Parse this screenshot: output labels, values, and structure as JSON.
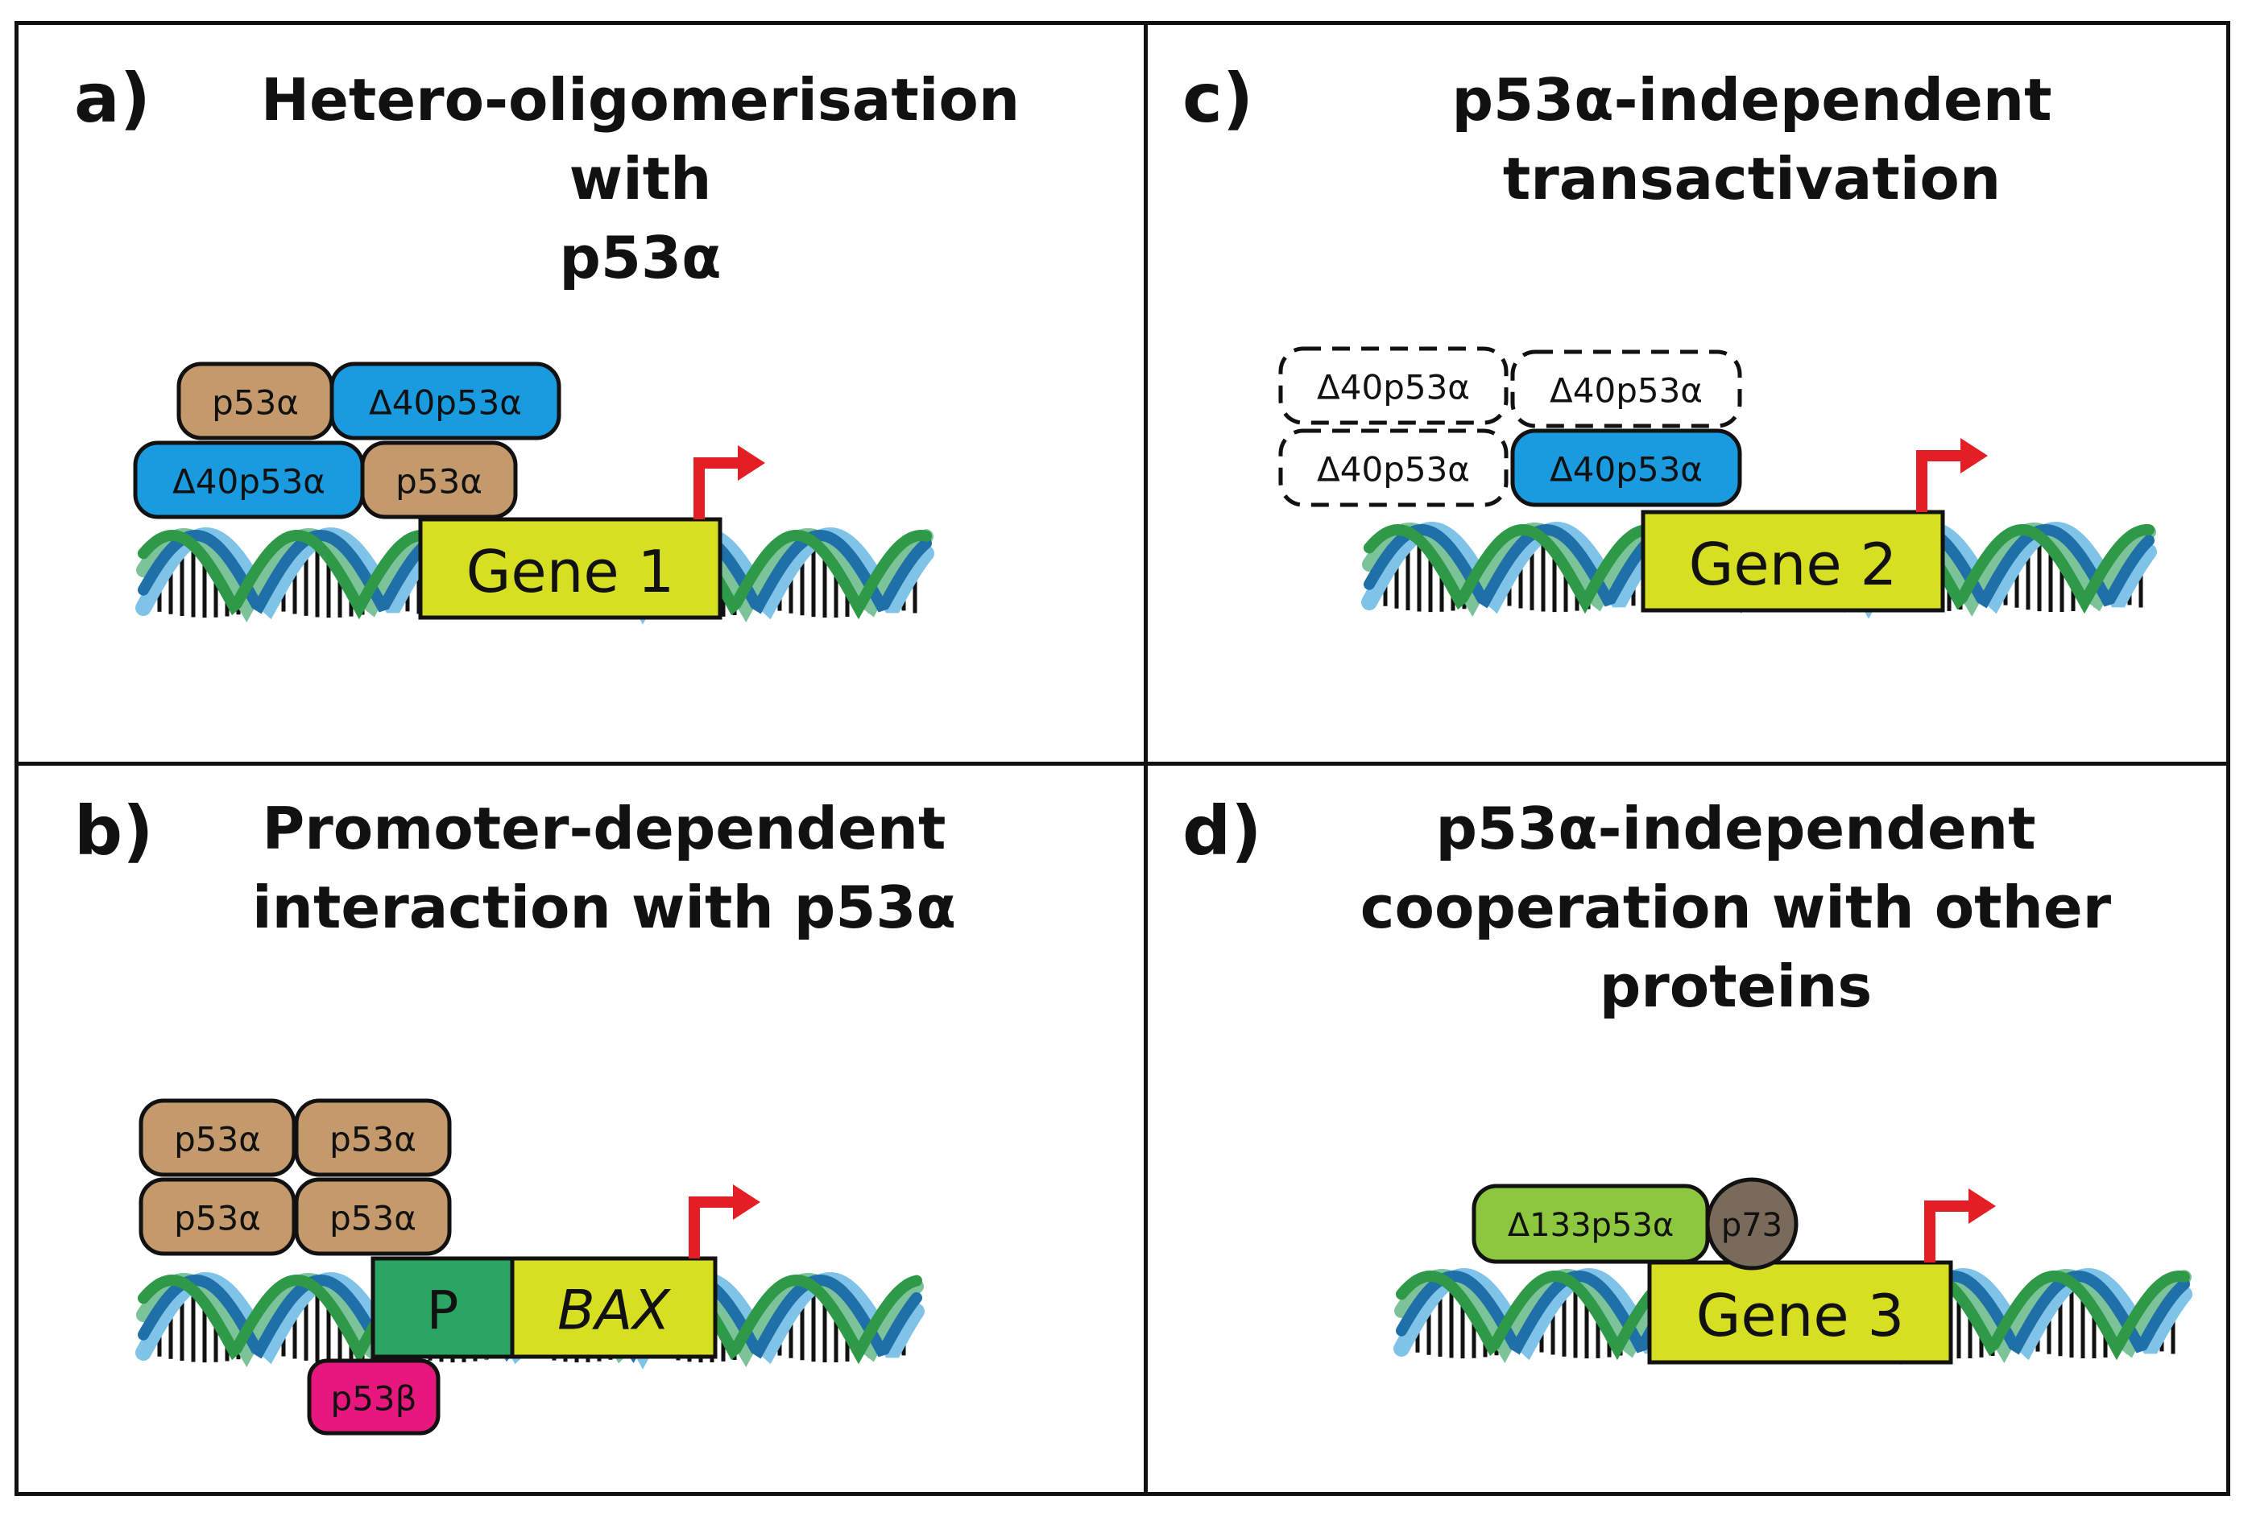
{
  "colors": {
    "p53a": "#c49a6c",
    "d40": "#1a9be0",
    "d133": "#8dc63f",
    "p73": "#7a6a5a",
    "p53b": "#e8177d",
    "gene": "#d7df23",
    "promoter": "#2aa564",
    "arrow": "#e31e24",
    "dna_light": "#7fc3e8",
    "dna_dark": "#1f6fa8",
    "dna_green": "#2e9a48",
    "dna_mint": "#7cc39a"
  },
  "panels": {
    "a": {
      "letter": "a)",
      "title": "Hetero-oligomerisation with\np53α",
      "gene": "Gene 1",
      "proteins": [
        "p53α",
        "Δ40p53α",
        "Δ40p53α",
        "p53α"
      ]
    },
    "b": {
      "letter": "b)",
      "title": "Promoter-dependent\ninteraction with p53α",
      "promoter": "P",
      "gene": "BAX",
      "proteins": [
        "p53α",
        "p53α",
        "p53α",
        "p53α"
      ],
      "bound_below": "p53β"
    },
    "c": {
      "letter": "c)",
      "title": "p53α-independent\ntransactivation",
      "gene": "Gene 2",
      "dashed_proteins": [
        "Δ40p53α",
        "Δ40p53α",
        "Δ40p53α"
      ],
      "solid_protein": "Δ40p53α"
    },
    "d": {
      "letter": "d)",
      "title": "p53α-independent\ncooperation with other\nproteins",
      "gene": "Gene 3",
      "proteins": [
        "Δ133p53α",
        "p73"
      ]
    }
  }
}
